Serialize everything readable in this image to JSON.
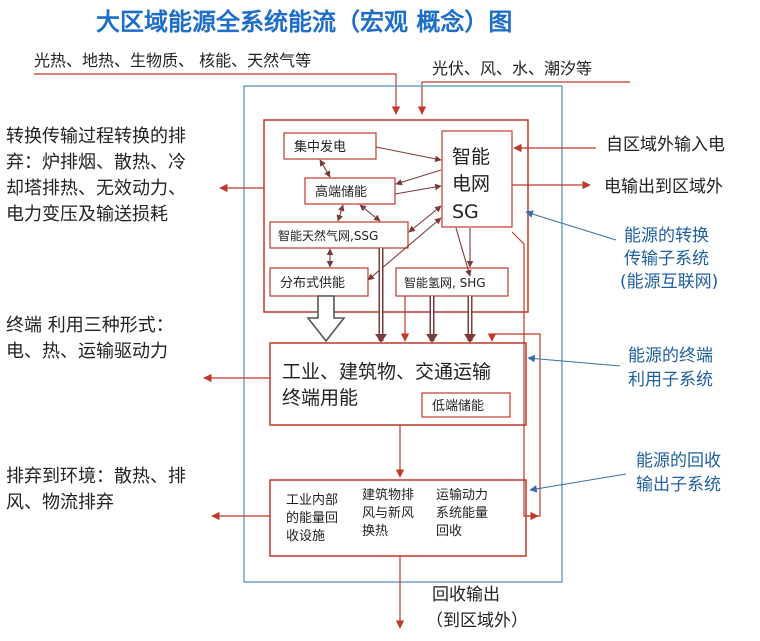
{
  "title": "大区域能源全系统能流（宏观 概念）图",
  "inputs": {
    "thermal": "光热、地热、生物质、 核能、天然气等",
    "renewable": "光伏、风、水、潮汐等",
    "external_power_in": "自区域外输入电",
    "power_out": "电输出到区域外"
  },
  "conversion": {
    "central_power": "集中发电",
    "high_storage": "高端储能",
    "smart_grid_1": "智能",
    "smart_grid_2": "电网",
    "smart_grid_3": "SG",
    "smart_gas": "智能天然气网,SSG",
    "distributed": "分布式供能",
    "smart_hydrogen": "智能氢网, SHG"
  },
  "enduse": {
    "line1": "工业、建筑物、交通运输",
    "line2": "终端用能",
    "low_storage": "低端储能"
  },
  "recovery": {
    "col1": [
      "工业内部",
      "的能量回",
      "收设施"
    ],
    "col2": [
      "建筑物排",
      "风与新风",
      "换热"
    ],
    "col3": [
      "运输动力",
      "系统能量",
      "回收"
    ]
  },
  "left_notes": {
    "conversion_loss": [
      "转换传输过程转换的排",
      "弃：炉排烟、散热、冷",
      "却塔排热、无效动力、",
      "电力变压及输送损耗"
    ],
    "enduse_forms": [
      "终端 利用三种形式：",
      "电、热、运输驱动力"
    ],
    "discard": [
      "排弃到环境：散热、排",
      "风、物流排弃"
    ]
  },
  "right_labels": {
    "conversion_subsystem": [
      "能源的转换",
      "传输子系统",
      "(能源互联网)"
    ],
    "enduse_subsystem": [
      "能源的终端",
      "利用子系统"
    ],
    "recovery_subsystem": [
      "能源的回收",
      "输出子系统"
    ]
  },
  "bottom": {
    "line1": "回收输出",
    "line2": "（到区域外）"
  },
  "colors": {
    "title": "#1f6fc8",
    "red": "#c0392b",
    "brown": "#7a3b3b",
    "blue_outline": "#4a8cc0",
    "blue_text": "#1f5fa0"
  }
}
